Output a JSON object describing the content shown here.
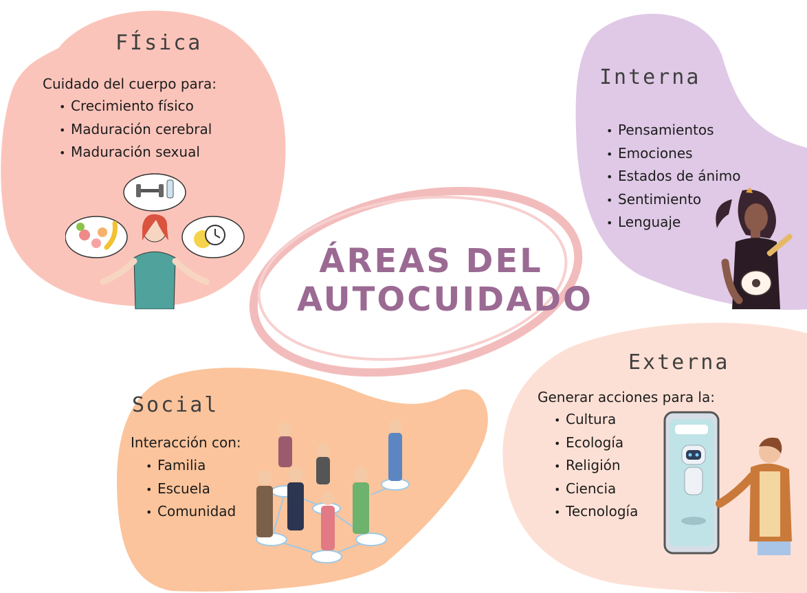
{
  "colors": {
    "fisica": "#fbc4ba",
    "interna": "#dfc9e6",
    "social": "#fbc49c",
    "externa": "#fde0d5",
    "title": "#9b6a93",
    "ellipse": "#f3bcbc"
  },
  "title": {
    "line1": "ÁREAS DEL",
    "line2": "AUTOCUIDADO"
  },
  "fisica": {
    "title": "FÍsica",
    "intro": "Cuidado del cuerpo para:",
    "items": [
      "Crecimiento físico",
      "Maduración cerebral",
      "Maduración sexual"
    ],
    "illustration": "woman-with-health-thought-bubbles"
  },
  "interna": {
    "title": "Interna",
    "items": [
      "Pensamientos",
      "Emociones",
      "Estados de ánimo",
      "Sentimiento",
      "Lenguaje"
    ],
    "illustration": "woman-playing-ukulele"
  },
  "social": {
    "title": "Social",
    "intro": "Interacción con:",
    "items": [
      "Familia",
      "Escuela",
      "Comunidad"
    ],
    "illustration": "people-network"
  },
  "externa": {
    "title": "Externa",
    "intro": "Generar acciones para la:",
    "items": [
      "Cultura",
      "Ecología",
      "Religión",
      "Ciencia",
      "Tecnología"
    ],
    "illustration": "man-and-robot-phone"
  }
}
